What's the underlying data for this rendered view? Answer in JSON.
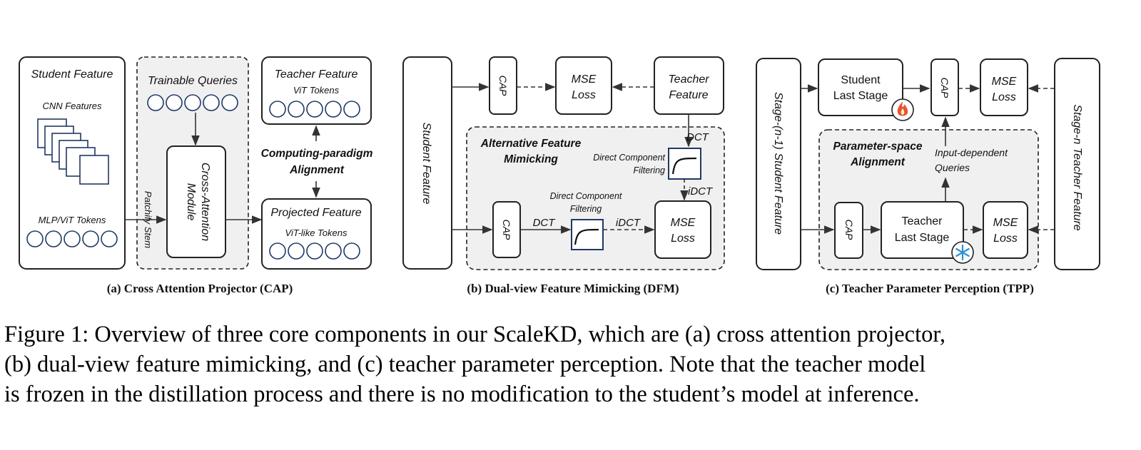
{
  "panel_a": {
    "student_feature": "Student Feature",
    "cnn_features": "CNN Features",
    "mlp_vit_tokens": "MLP/ViT Tokens",
    "trainable_queries": "Trainable Queries",
    "patchify_stem": "Patchify Stem",
    "cross_attention_module_line1": "Cross-Attention",
    "cross_attention_module_line2": "Module",
    "teacher_feature": "Teacher Feature",
    "vit_tokens": "ViT Tokens",
    "computing_paradigm_line1": "Computing-paradigm",
    "computing_paradigm_line2": "Alignment",
    "projected_feature": "Projected Feature",
    "vit_like_tokens": "ViT-like Tokens",
    "subcaption": "(a) Cross Attention Projector (CAP)"
  },
  "panel_b": {
    "student_feature": "Student  Feature",
    "cap_top": "CAP",
    "mse_loss_top_line1": "MSE",
    "mse_loss_top_line2": "Loss",
    "teacher_feature_line1": "Teacher",
    "teacher_feature_line2": "Feature",
    "dct_right": "DCT",
    "alt_mimicking_line1": "Alternative Feature",
    "alt_mimicking_line2": "Mimicking",
    "dcf_right_line1": "Direct Component",
    "dcf_right_line2": "Filtering",
    "idct_right": "iDCT",
    "cap_bottom": "CAP",
    "dct_bottom": "DCT",
    "dcf_bottom_line1": "Direct Component",
    "dcf_bottom_line2": "Filtering",
    "idct_bottom": "iDCT",
    "mse_loss_bottom_line1": "MSE",
    "mse_loss_bottom_line2": "Loss",
    "subcaption": "(b) Dual-view Feature Mimicking (DFM)"
  },
  "panel_c": {
    "stage_n1_student": "Stage-(n-1)  Student Feature",
    "student_last_stage_line1": "Student",
    "student_last_stage_line2": "Last Stage",
    "cap_top": "CAP",
    "mse_loss_top_line1": "MSE",
    "mse_loss_top_line2": "Loss",
    "stage_n_teacher": "Stage-n Teacher Feature",
    "param_alignment_line1": "Parameter-space",
    "param_alignment_line2": "Alignment",
    "input_dependent_line1": "Input-dependent",
    "input_dependent_line2": "Queries",
    "cap_bottom": "CAP",
    "teacher_last_stage_line1": "Teacher",
    "teacher_last_stage_line2": "Last Stage",
    "mse_loss_bottom_line1": "MSE",
    "mse_loss_bottom_line2": "Loss",
    "subcaption": "(c) Teacher Parameter Perception (TPP)"
  },
  "caption": {
    "line1": "Figure 1: Overview of three core components in our ScaleKD, which are (a) cross attention projector,",
    "line2": "(b) dual-view feature mimicking, and (c) teacher parameter perception. Note that the teacher model",
    "line3": "is frozen in the distillation process and there is no modification to the student’s model at inference."
  },
  "colors": {
    "token_circle": "#1f3864",
    "dashed_region": "#f0f0f0",
    "fire": "#e8542e",
    "snowflake": "#2f8fd8"
  }
}
